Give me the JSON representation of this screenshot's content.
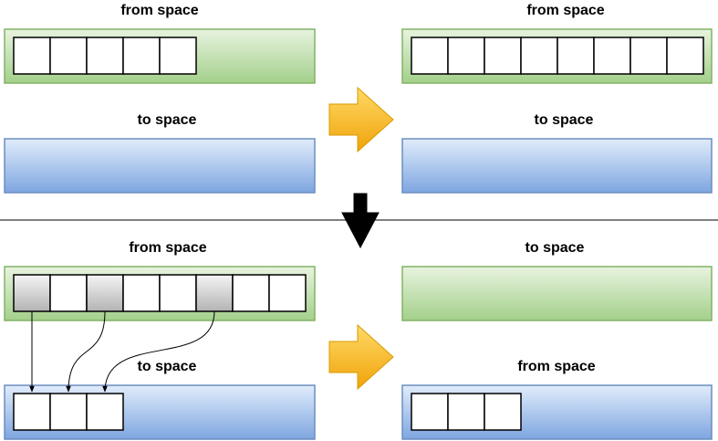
{
  "labels": {
    "q1_top": "from space",
    "q1_bottom": "to space",
    "q2_top": "from space",
    "q2_bottom": "to space",
    "q3_top": "from space",
    "q3_bottom": "to space",
    "q4_top": "to space",
    "q4_bottom": "from space"
  },
  "colors": {
    "green_light": "#e8f3df",
    "green_dark": "#a3d08b",
    "green_stroke": "#82b366",
    "blue_light": "#e1ecfb",
    "blue_dark": "#7ea6e0",
    "blue_stroke": "#6c8ebf",
    "arrow_light": "#ffd966",
    "arrow_dark": "#f0a30a",
    "arrow_stroke": "#d79b00",
    "cell_gray_light": "#f5f5f5",
    "cell_gray_dark": "#b3b3b3"
  },
  "cells": {
    "q1_from_count": 5,
    "q2_from_count": 8,
    "q3_from_pattern": [
      "gray",
      "white",
      "gray",
      "white",
      "white",
      "gray",
      "white",
      "white"
    ],
    "q3_to_count": 3,
    "q4_from_count": 3
  }
}
